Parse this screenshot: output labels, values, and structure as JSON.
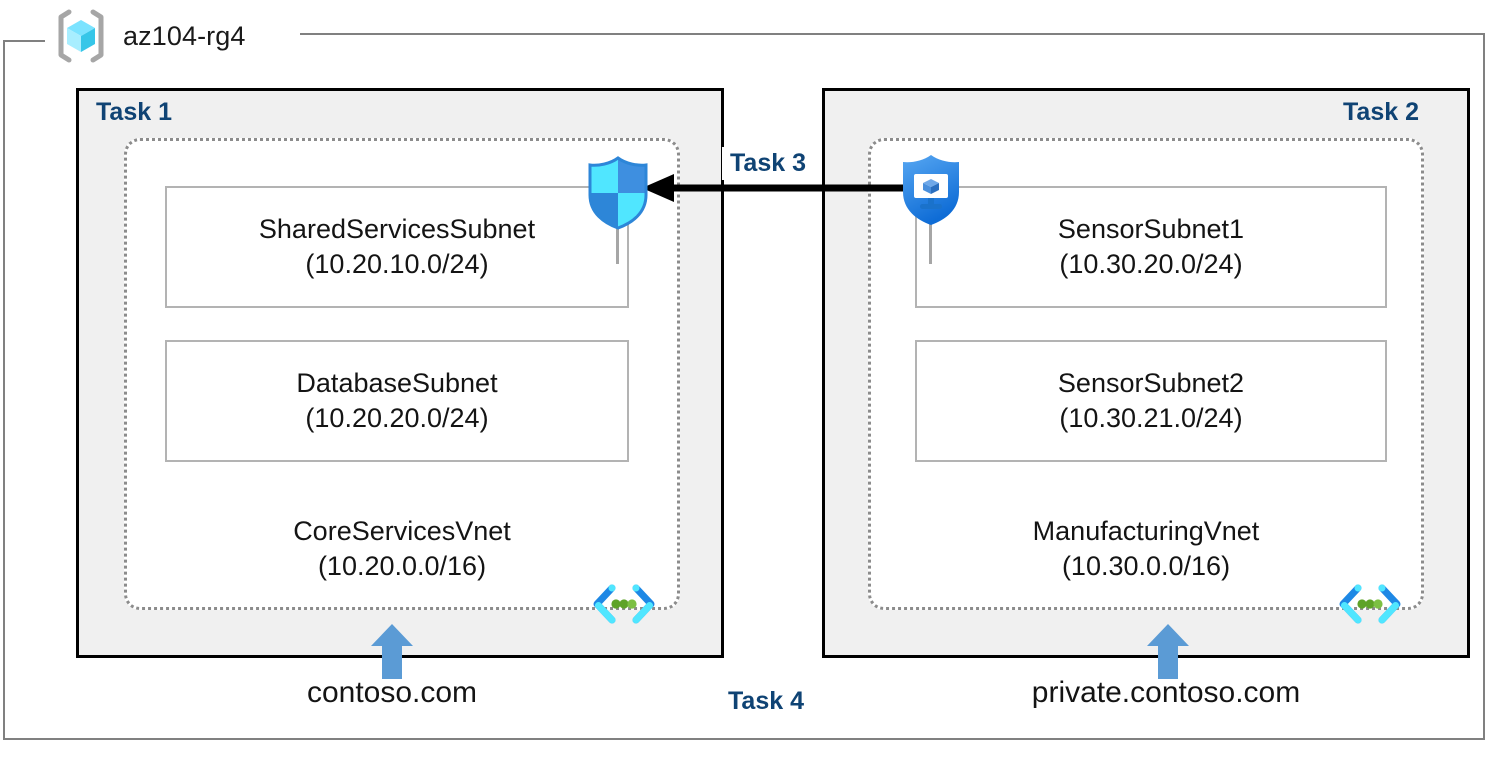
{
  "resource_group": {
    "icon": "azure-resource-group-cube-icon",
    "name": "az104-rg4"
  },
  "tasks": {
    "task1_label": "Task 1",
    "task2_label": "Task 2",
    "task3_label": "Task 3",
    "task4_label": "Task 4"
  },
  "left_panel": {
    "vnet": {
      "name": "CoreServicesVnet",
      "cidr": "(10.20.0.0/16)",
      "icon": "virtual-network-icon"
    },
    "subnets": [
      {
        "name": "SharedServicesSubnet",
        "cidr": "(10.20.10.0/24)"
      },
      {
        "name": "DatabaseSubnet",
        "cidr": "(10.20.20.0/24)"
      }
    ],
    "security_icon": "azure-firewall-shield-icon",
    "dns_zone": "contoso.com",
    "dns_arrow_icon": "up-arrow-icon"
  },
  "right_panel": {
    "vnet": {
      "name": "ManufacturingVnet",
      "cidr": "(10.30.0.0/16)",
      "icon": "virtual-network-icon"
    },
    "subnets": [
      {
        "name": "SensorSubnet1",
        "cidr": "(10.30.20.0/24)"
      },
      {
        "name": "SensorSubnet2",
        "cidr": "(10.30.21.0/24)"
      }
    ],
    "security_icon": "azure-bastion-shield-icon",
    "dns_zone": "private.contoso.com",
    "dns_arrow_icon": "up-arrow-icon"
  },
  "peering": {
    "icon": "left-arrow-icon",
    "direction": "right-to-left"
  },
  "colors": {
    "task_label": "#0F4374",
    "panel_fill": "#F0F0F0",
    "panel_border": "#000000",
    "vnet_dotted_border": "#8C8C8C",
    "subnet_border": "#B3B3B3",
    "frame_border": "#808080",
    "azure_cyan": "#50E6FF",
    "azure_blue": "#0078D4",
    "dns_arrow_blue": "#5B9BD5",
    "vnet_icon_green": "#5EA328",
    "text": "#141414"
  }
}
